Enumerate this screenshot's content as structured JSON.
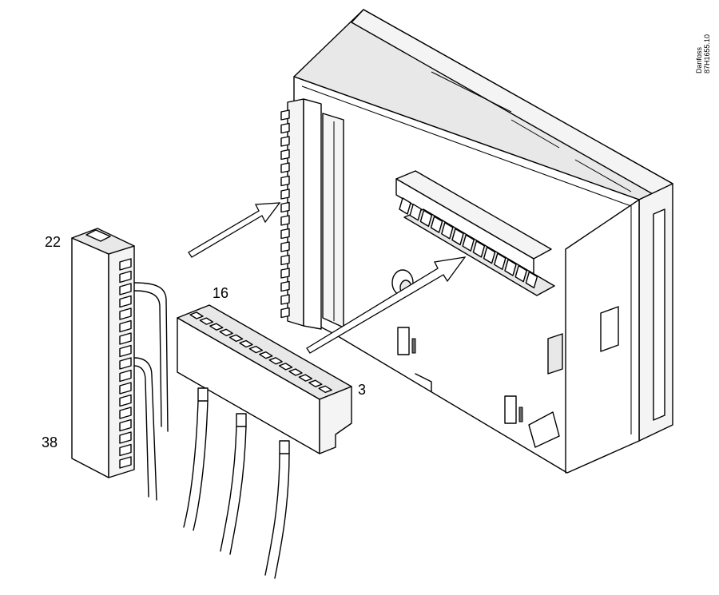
{
  "labels": {
    "connector_left_top": "22",
    "connector_left_bottom": "38",
    "connector_middle_top": "16",
    "connector_middle_end": "3"
  },
  "drawing_code": {
    "brand": "Danfoss",
    "number": "87H1655.10"
  }
}
